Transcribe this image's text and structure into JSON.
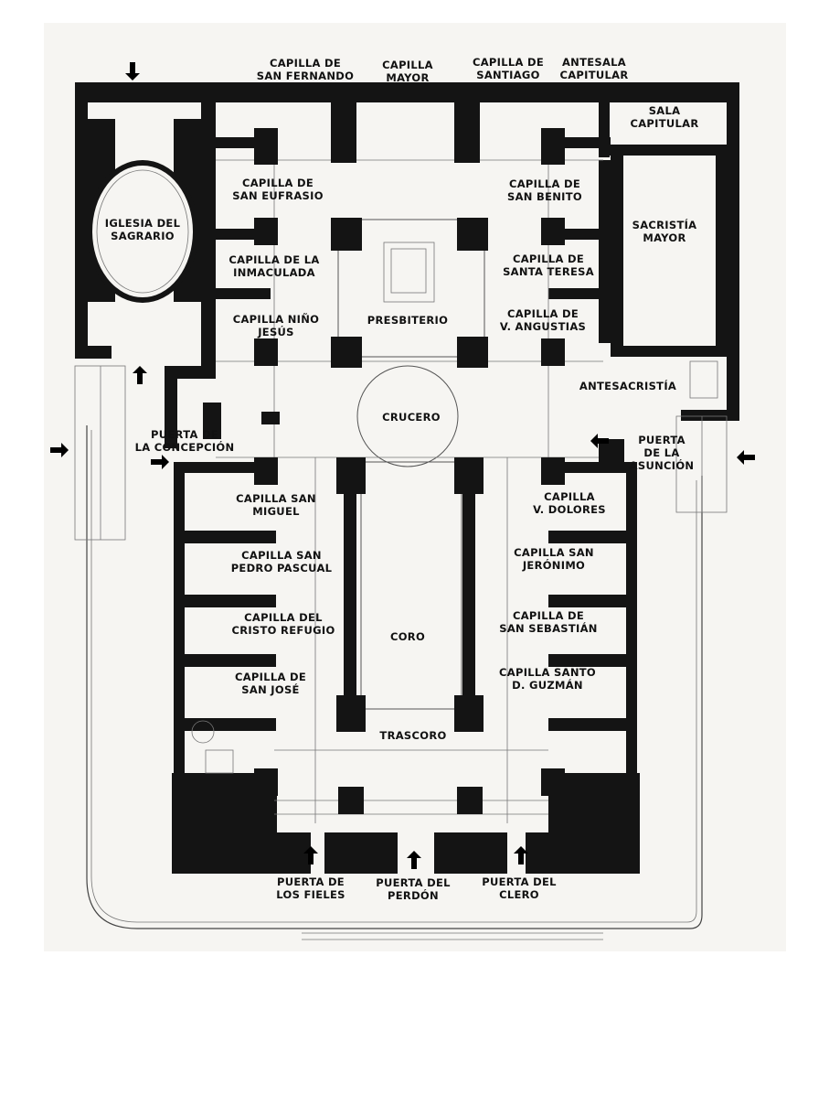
{
  "labels": {
    "capilla_san_fernando": [
      "CAPILLA DE",
      "SAN FERNANDO"
    ],
    "capilla_mayor": [
      "CAPILLA",
      "MAYOR"
    ],
    "capilla_santiago": [
      "CAPILLA DE",
      "SANTIAGO"
    ],
    "antesala_capitular": [
      "ANTESALA",
      "CAPITULAR"
    ],
    "sala_capitular": [
      "SALA",
      "CAPITULAR"
    ],
    "capilla_san_eufrasio": [
      "CAPILLA DE",
      "SAN EUFRASIO"
    ],
    "capilla_san_benito": [
      "CAPILLA DE",
      "SAN BENITO"
    ],
    "sacristia_mayor": [
      "SACRISTÍA",
      "MAYOR"
    ],
    "iglesia_sagrario": [
      "IGLESIA DEL",
      "SAGRARIO"
    ],
    "capilla_inmaculada": [
      "CAPILLA DE LA",
      "INMACULADA"
    ],
    "capilla_santa_teresa": [
      "CAPILLA DE",
      "SANTA TERESA"
    ],
    "capilla_nino_jesus": [
      "CAPILLA NIÑO",
      "JESÚS"
    ],
    "presbiterio": [
      "PRESBITERIO"
    ],
    "capilla_angustias": [
      "CAPILLA DE",
      "V. ANGUSTIAS"
    ],
    "antesacristia": [
      "ANTESACRISTÍA"
    ],
    "crucero": [
      "CRUCERO"
    ],
    "puerta_concepcion": [
      "PUERTA DE",
      "LA CONCEPCIÓN"
    ],
    "puerta_asuncion": [
      "PUERTA",
      "DE LA",
      "ASUNCIÓN"
    ],
    "capilla_san_miguel": [
      "CAPILLA SAN",
      "MIGUEL"
    ],
    "capilla_dolores": [
      "CAPILLA",
      "V. DOLORES"
    ],
    "capilla_san_pedro_pascual": [
      "CAPILLA SAN",
      "PEDRO PASCUAL"
    ],
    "capilla_san_jeronimo": [
      "CAPILLA SAN",
      "JERÓNIMO"
    ],
    "capilla_cristo_refugio": [
      "CAPILLA DEL",
      "CRISTO REFUGIO"
    ],
    "coro": [
      "CORO"
    ],
    "capilla_san_sebastian": [
      "CAPILLA DE",
      "SAN SEBASTIÁN"
    ],
    "capilla_san_jose": [
      "CAPILLA DE",
      "SAN JOSÉ"
    ],
    "capilla_santo_guzman": [
      "CAPILLA SANTO",
      "D. GUZMÁN"
    ],
    "trascoro": [
      "TRASCORO"
    ],
    "puerta_fieles": [
      "PUERTA DE",
      "LOS FIELES"
    ],
    "puerta_perdon": [
      "PUERTA DEL",
      "PERDÓN"
    ],
    "puerta_clero": [
      "PUERTA DEL",
      "CLERO"
    ]
  },
  "colors": {
    "wall": "#141414",
    "paper": "#f6f5f2",
    "line": "#555555"
  },
  "icons": {
    "entrance_arrow": "arrow-icon"
  }
}
